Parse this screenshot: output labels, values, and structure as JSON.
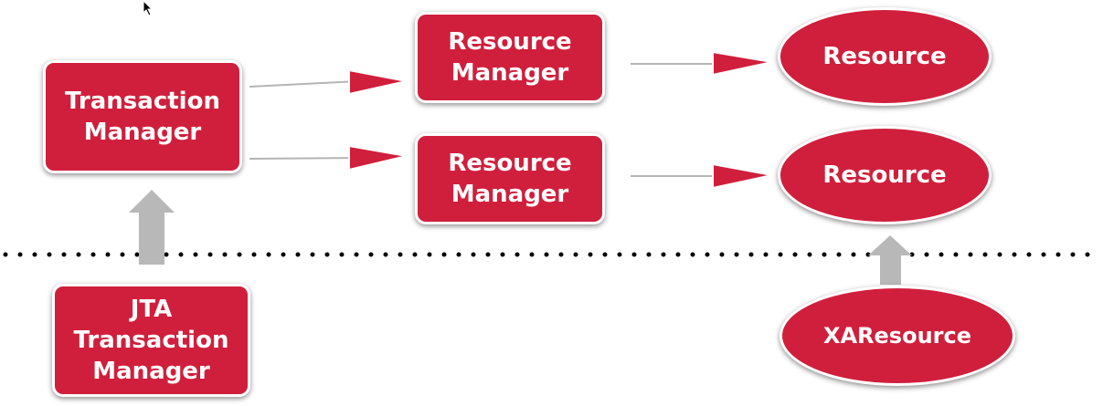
{
  "colors": {
    "node_fill": "#d01f3c",
    "node_text": "#ffffff",
    "arrow_head": "#d01f3c",
    "arrow_line": "#b5b5b5",
    "up_arrow": "#b8b8b8",
    "divider": "#000000"
  },
  "nodes": {
    "transaction_manager": {
      "lines": [
        "Transaction",
        "Manager"
      ]
    },
    "resource_manager_1": {
      "lines": [
        "Resource",
        "Manager"
      ]
    },
    "resource_manager_2": {
      "lines": [
        "Resource",
        "Manager"
      ]
    },
    "resource_1": {
      "label": "Resource"
    },
    "resource_2": {
      "label": "Resource"
    },
    "jta_transaction_manager": {
      "lines": [
        "JTA",
        "Transaction",
        "Manager"
      ]
    },
    "xa_resource": {
      "label": "XAResource"
    }
  },
  "edges": [
    {
      "from": "transaction_manager",
      "to": "resource_manager_1",
      "style": "arrow-right"
    },
    {
      "from": "transaction_manager",
      "to": "resource_manager_2",
      "style": "arrow-right"
    },
    {
      "from": "resource_manager_1",
      "to": "resource_1",
      "style": "arrow-right"
    },
    {
      "from": "resource_manager_2",
      "to": "resource_2",
      "style": "arrow-right"
    },
    {
      "from": "jta_transaction_manager",
      "to": "transaction_manager",
      "style": "block-arrow-up"
    },
    {
      "from": "xa_resource",
      "to": "resource_2",
      "style": "block-arrow-up"
    }
  ],
  "divider": {
    "style": "dotted"
  },
  "icons": {
    "cursor": "mouse-pointer-icon"
  }
}
